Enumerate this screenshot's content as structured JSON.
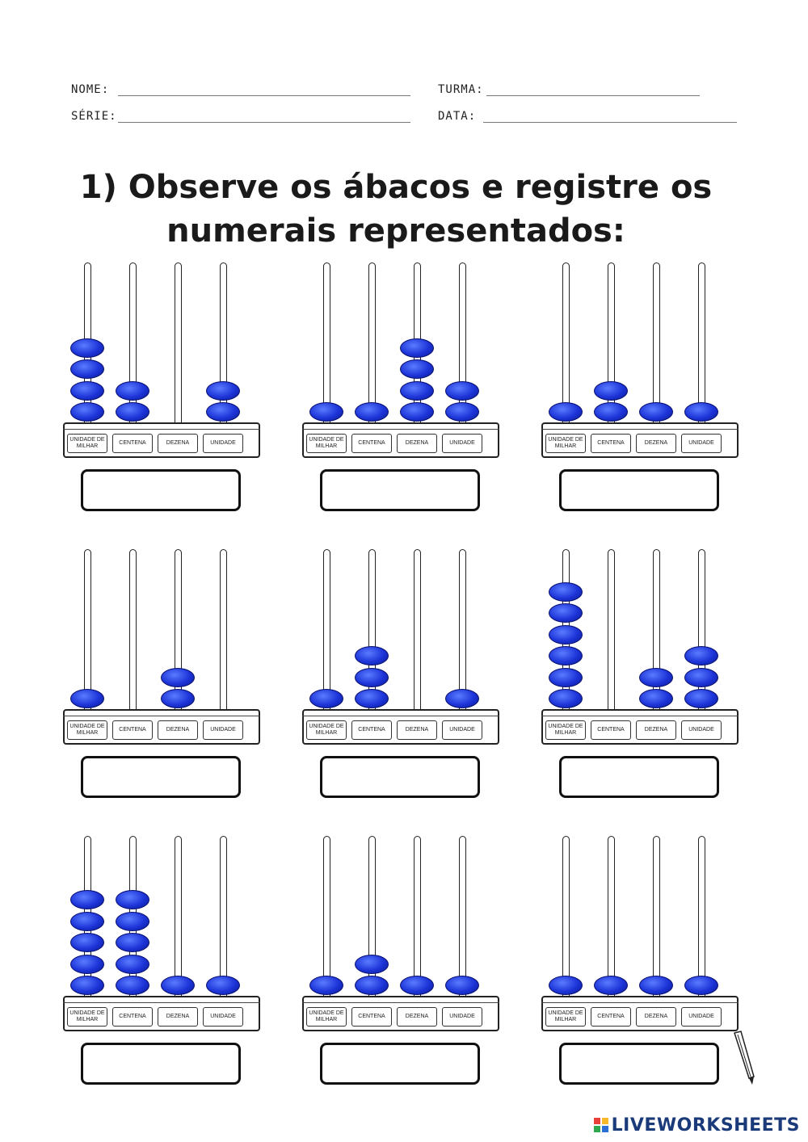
{
  "header": {
    "nome_label": "NOME:",
    "turma_label": "TURMA:",
    "serie_label": "SÉRIE:",
    "data_label": "DATA:"
  },
  "title": "1) Observe os ábacos e registre os numerais representados:",
  "rod_labels": {
    "unidade_de_milhar": "UNIDADE DE MILHAR",
    "centena": "CENTENA",
    "dezena": "DEZENA",
    "unidade": "UNIDADE"
  },
  "abacuses": [
    {
      "beads": [
        4,
        2,
        0,
        2
      ],
      "answer": ""
    },
    {
      "beads": [
        1,
        1,
        4,
        2
      ],
      "answer": ""
    },
    {
      "beads": [
        1,
        2,
        1,
        1
      ],
      "answer": ""
    },
    {
      "beads": [
        1,
        0,
        2,
        0
      ],
      "answer": ""
    },
    {
      "beads": [
        1,
        3,
        0,
        1
      ],
      "answer": ""
    },
    {
      "beads": [
        6,
        0,
        2,
        3
      ],
      "answer": ""
    },
    {
      "beads": [
        5,
        5,
        1,
        1
      ],
      "answer": ""
    },
    {
      "beads": [
        1,
        2,
        1,
        1
      ],
      "answer": ""
    },
    {
      "beads": [
        1,
        1,
        1,
        1
      ],
      "answer": ""
    }
  ],
  "footer": {
    "brand": "LIVEWORKSHEETS",
    "logo_colors": [
      "#e8413c",
      "#f6b92b",
      "#2fa84f",
      "#2b6fd6"
    ]
  },
  "colors": {
    "bead": "#1d34d8",
    "brand": "#1b3a7a"
  }
}
